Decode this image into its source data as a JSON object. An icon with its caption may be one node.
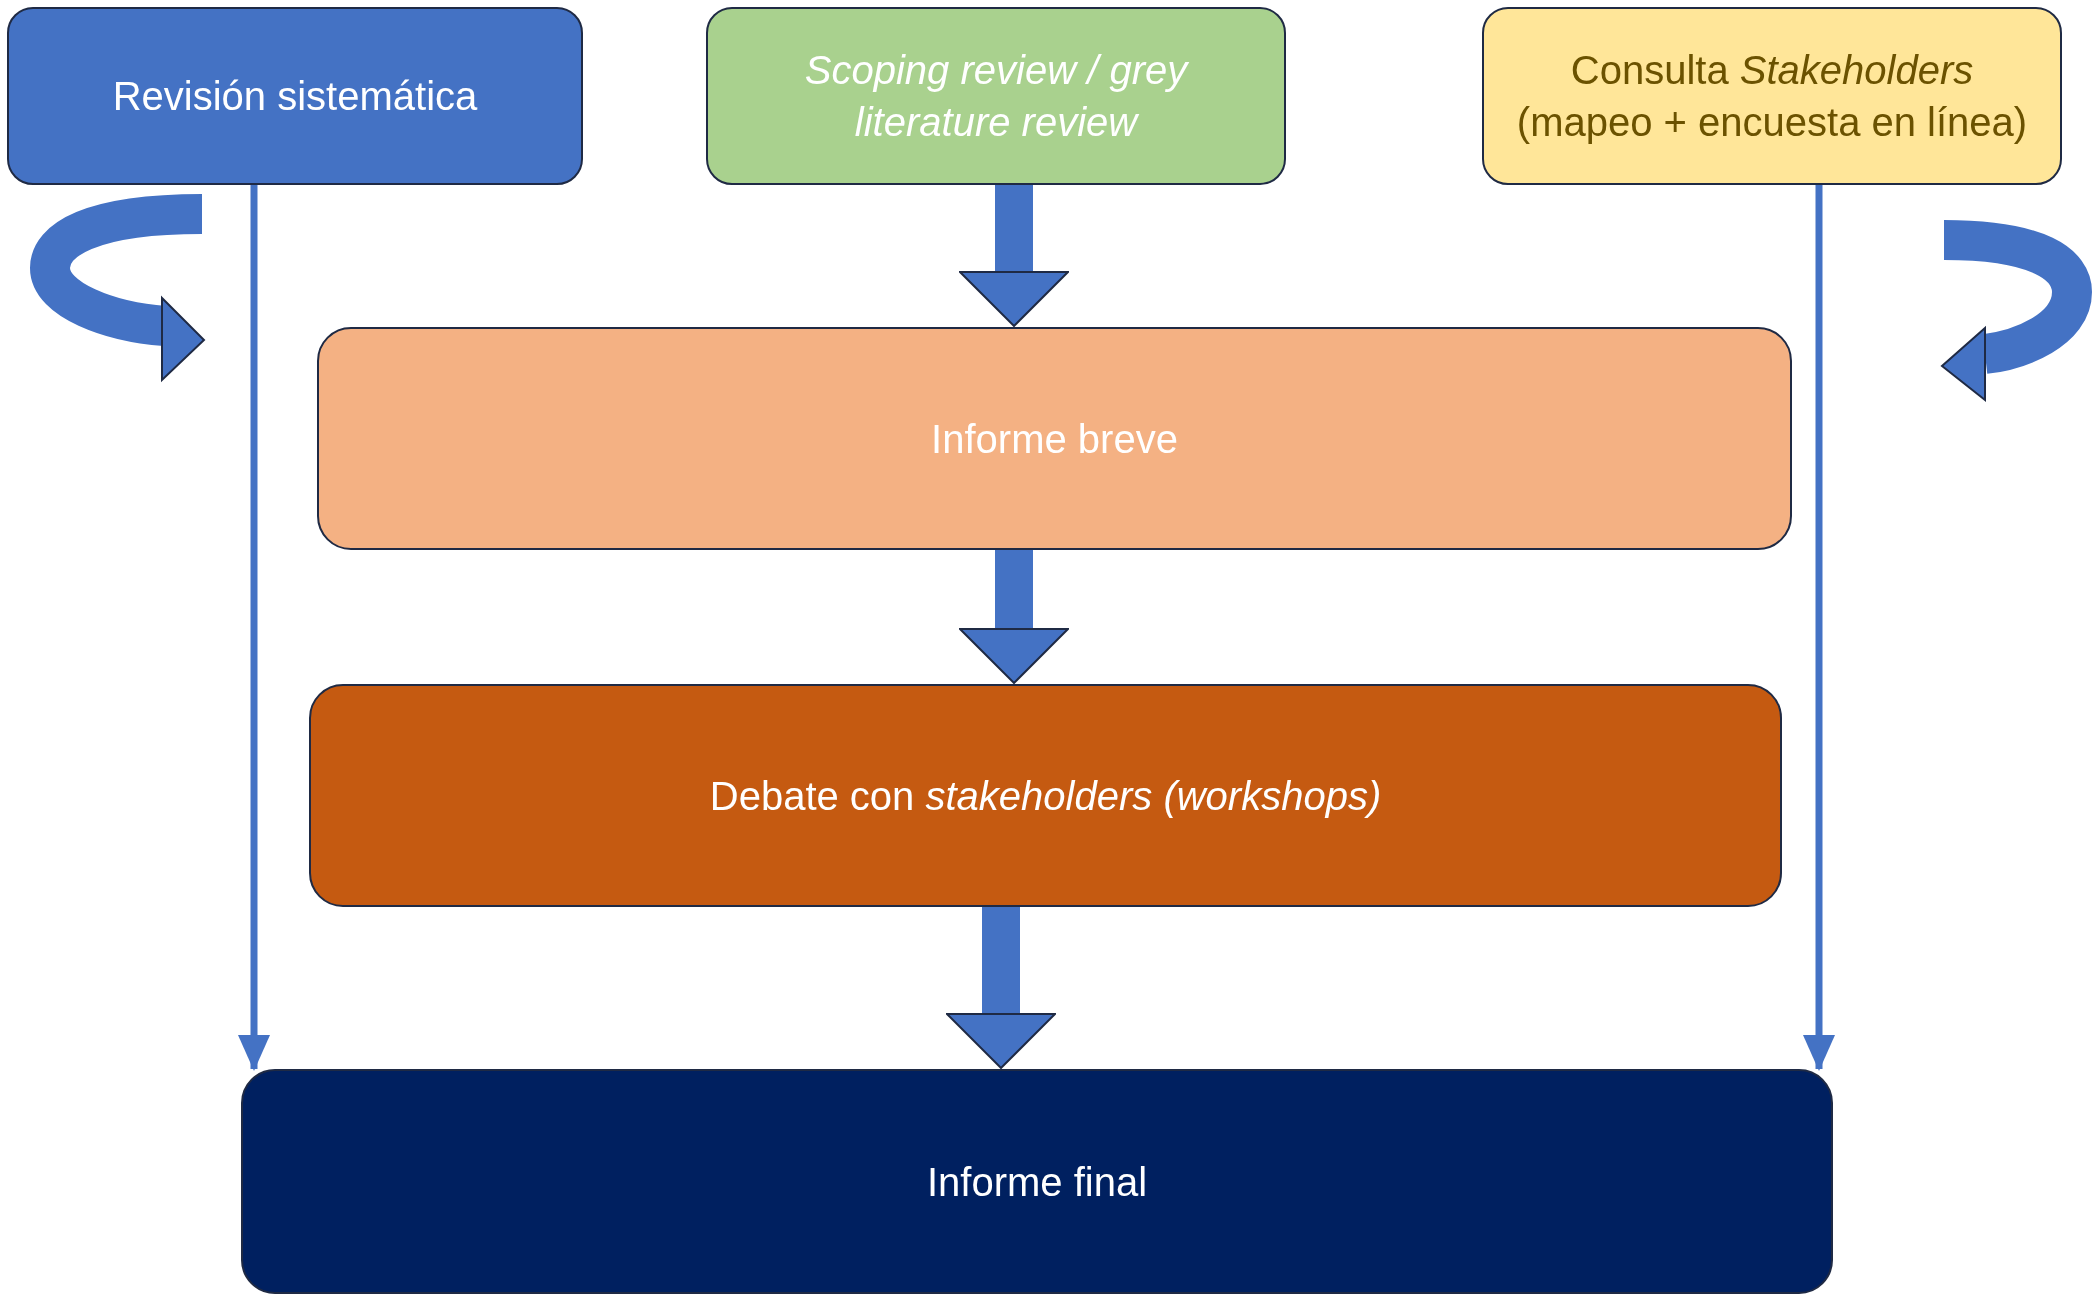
{
  "diagram": {
    "nodes": [
      {
        "text": [
          "Revisión sistemática"
        ]
      },
      {
        "text": [
          "Scoping review / grey literature review"
        ]
      },
      {
        "text": [
          "Consulta *Stakeholders* (mapeo + encuesta en línea)"
        ]
      },
      {
        "text": [
          "Informe breve"
        ]
      },
      {
        "text": [
          "Debate con *stakeholders (workshops)*"
        ]
      },
      {
        "text": [
          "Informe final"
        ]
      }
    ],
    "edges": [
      {
        "from": 1,
        "to": 3,
        "arrow": "to"
      },
      {
        "from": 3,
        "to": 4,
        "arrow": "to"
      },
      {
        "from": 4,
        "to": 5,
        "arrow": "to"
      },
      {
        "from": 0,
        "to": 5,
        "arrow": "to"
      },
      {
        "from": 2,
        "to": 5,
        "arrow": "to"
      }
    ]
  }
}
